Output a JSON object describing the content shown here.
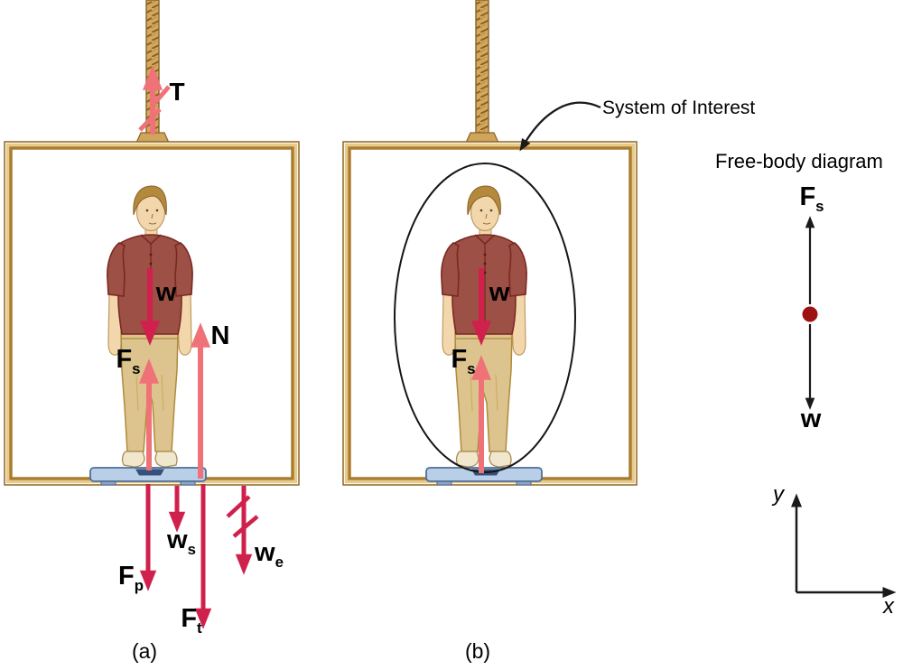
{
  "panel_a": {
    "caption": "(a)",
    "forces": {
      "tension": {
        "main": "T",
        "sub": ""
      },
      "weight": {
        "main": "w",
        "sub": ""
      },
      "scale_force": {
        "main": "F",
        "sub": "s"
      },
      "normal": {
        "main": "N",
        "sub": ""
      },
      "person_pull": {
        "main": "F",
        "sub": "p"
      },
      "scale_weight": {
        "main": "w",
        "sub": "s"
      },
      "total_force": {
        "main": "F",
        "sub": "t"
      },
      "elevator_weight": {
        "main": "w",
        "sub": "e"
      }
    }
  },
  "panel_b": {
    "caption": "(b)",
    "annotation": "System of Interest",
    "forces": {
      "weight": {
        "main": "w",
        "sub": ""
      },
      "scale_force": {
        "main": "F",
        "sub": "s"
      }
    }
  },
  "free_body": {
    "title": "Free-body diagram",
    "forces": {
      "scale_force": {
        "main": "F",
        "sub": "s"
      },
      "weight": {
        "main": "w",
        "sub": ""
      }
    },
    "axes": {
      "x_label": "x",
      "y_label": "y"
    }
  },
  "colors": {
    "force_crimson": "#d0204c",
    "force_salmon": "#ee7277",
    "frame_tan": "#b8863b",
    "frame_light": "#e8ca89",
    "rope_tan": "#d4a95e",
    "scale_blue": "#b9cfe8",
    "fbd_dot": "#9e1212",
    "shirt_maroon": "#9d5045",
    "pants_tan": "#ddc48e",
    "line_black": "#1a1a1a"
  }
}
